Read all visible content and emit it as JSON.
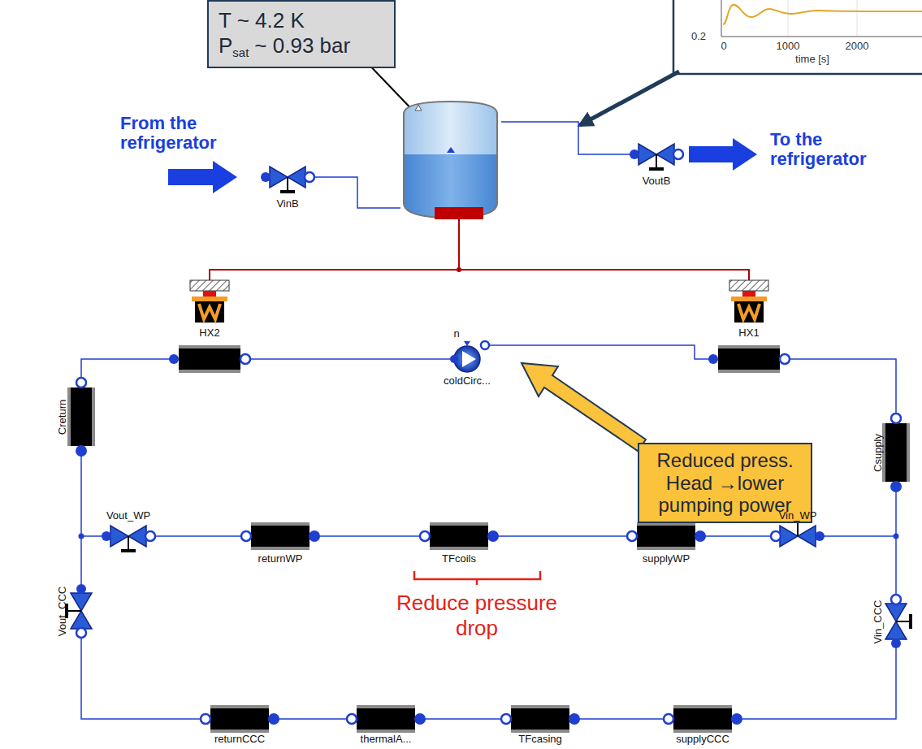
{
  "diagram": {
    "nodes": [
      {
        "text": [
          "T ~ 4.2 K",
          "P",
          "sat",
          "~ 0.93 bar"
        ]
      },
      {
        "text": [
          "Reduced press. Head →lower pumping power"
        ]
      }
    ],
    "labels": [
      "0.2",
      "0",
      "1000",
      "2000",
      "time [s]",
      "From the refrigerator",
      "VinB",
      "VoutB",
      "To the refrigerator",
      "HX2",
      "n",
      "coldCirc...",
      "HX1",
      "Creturn",
      "Csupply",
      "Vout_WP",
      "Vin_WP",
      "returnWP",
      "TFcoils",
      "supplyWP",
      "Reduce pressure drop",
      "Vout_CCC",
      "Vin_CCC",
      "returnCCC",
      "thermalA...",
      "TFcasing",
      "supplyCCC"
    ]
  }
}
